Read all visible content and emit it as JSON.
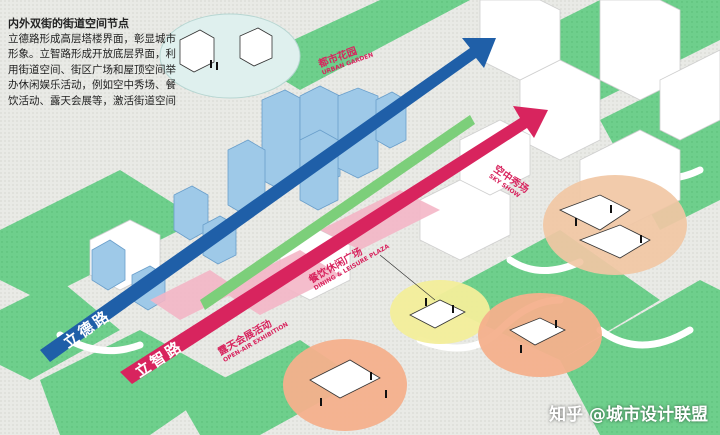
{
  "description": {
    "heading": "内外双街的街道空间节点",
    "body": "立德路形成高层塔楼界面，彰显城市形象。立智路形成开放底层界面，利用街道空间、街区广场和屋顶空间举办休闲娱乐活动，例如空中秀场、餐饮活动、露天会展等，激活街道空间"
  },
  "streets": {
    "lide": "立德路",
    "lizhi": "立智路"
  },
  "nodes": {
    "urban_garden": {
      "cn": "都市花园",
      "en": "URBAN GARDEN"
    },
    "sky_show": {
      "cn": "空中秀场",
      "en": "SKY SHOW"
    },
    "dining_plaza": {
      "cn": "餐饮休闲广场",
      "en": "DINING & LEISURE PLAZA"
    },
    "open_air_exhibition": {
      "cn": "露天会展活动",
      "en": "OPEN-AIR EXHIBITION"
    }
  },
  "watermark": "知乎 @城市设计联盟",
  "colors": {
    "blue_street": "#1f5fa8",
    "pink_street": "#d8245e",
    "green_space": "#6ecf8c",
    "water": "#ffffff",
    "bubble_yellow": "#f3ee9a",
    "bubble_orange": "#f4b08c",
    "bubble_peach": "#f1c7a4",
    "tower_blue": "#9ec9e8"
  }
}
